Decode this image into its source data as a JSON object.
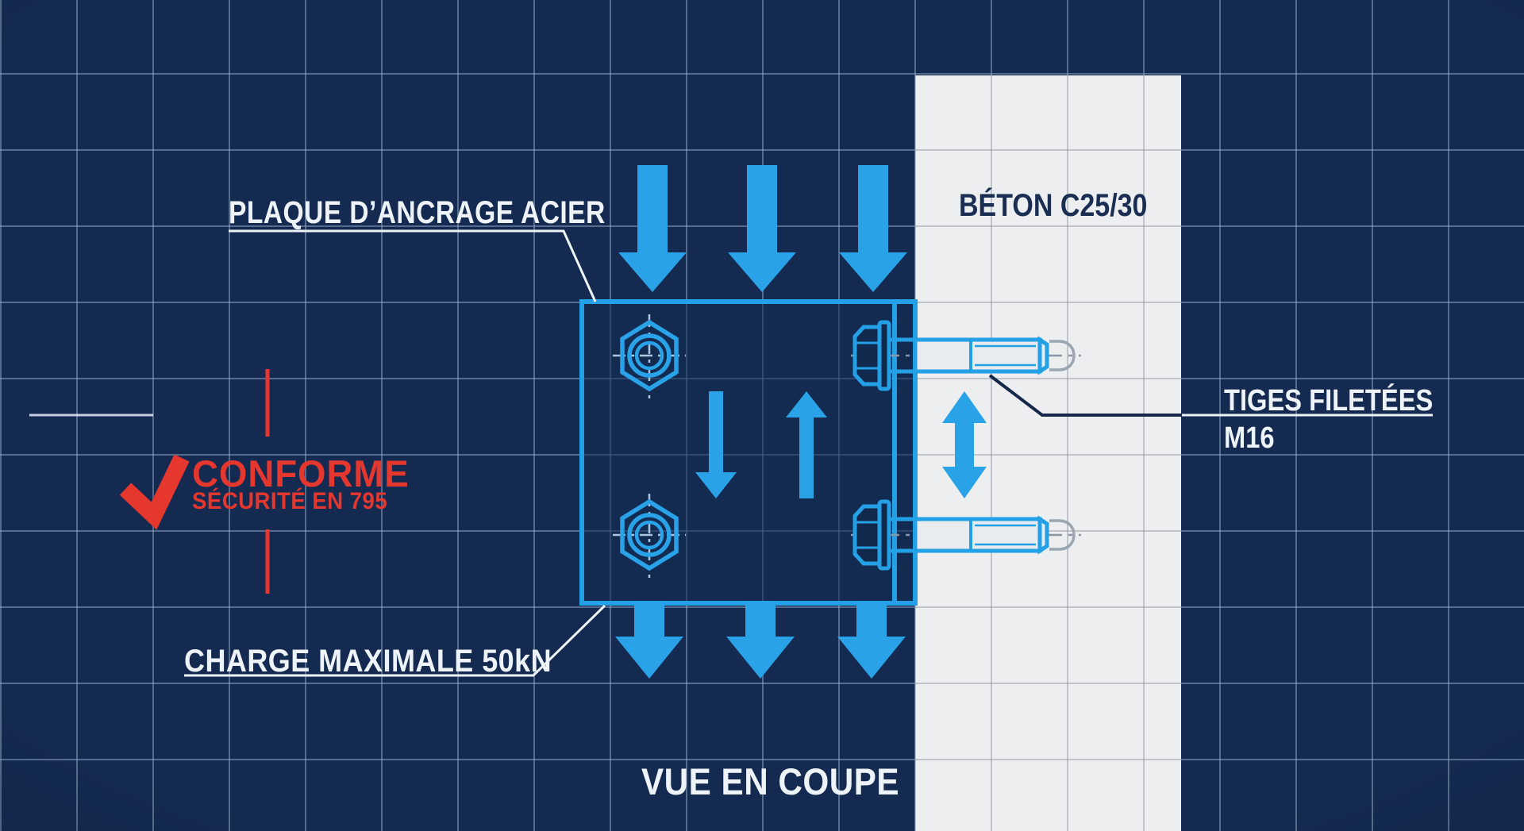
{
  "annotations": {
    "anchor_plate": "PLAQUE D’ANCRAGE ACIER",
    "concrete": "BÉTON C25/30",
    "threaded_rods": {
      "line1": "TIGES FILETÉES",
      "line2": "M16"
    },
    "max_load": "CHARGE MAXIMALE 50kN",
    "view_caption": "VUE EN COUPE",
    "compliance": {
      "title": "CONFORME",
      "subtitle": "SÉCURITÉ EN 795"
    }
  },
  "icons": {
    "compliance_check": "checkmark-icon",
    "load_arrows": "arrow-down-icon",
    "reaction_arrow": "arrow-up-icon",
    "anchor_double_arrow": "double-arrow-vertical-icon"
  },
  "palette": {
    "background_navy": "#152A51",
    "grid_line": "#96AECB",
    "blueprint_blue": "#24A0E6",
    "arrow_blue": "#2AA2E8",
    "concrete_gray": "#ECEEF0",
    "steel_ghost_gray": "#9AA6B2",
    "label_white": "#EEF3F8",
    "concrete_text_navy": "#1A2D52",
    "alert_red": "#E5372E"
  }
}
